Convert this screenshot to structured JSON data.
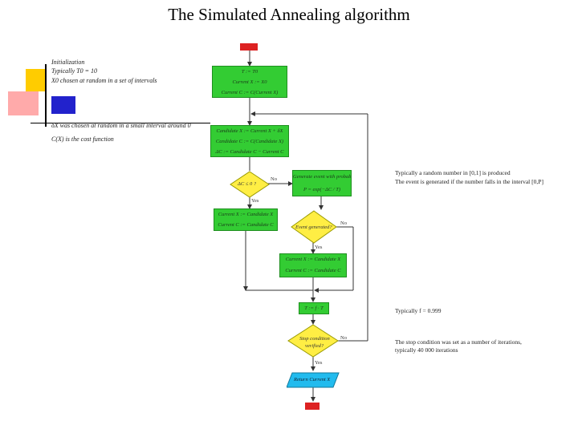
{
  "title": "The Simulated Annealing algorithm",
  "left_notes": {
    "initialization": "Initialization",
    "typically_t0": "Typically  T0 = 10",
    "x0_chosen": "X0 chosen at random in a set of intervals",
    "delta_x": "δX  was chosen at random in a small interval around 0",
    "cost_function": "C(X)  is the cost function"
  },
  "flow": {
    "start_terminal": "",
    "init_box": [
      "T := T0",
      "Current X := X0",
      "Current C := C(Current X)"
    ],
    "candidate_box": [
      "Candidate X := Current X + δX",
      "Candidate C := C(Candidate X)",
      "ΔC := Candidate C − Current C"
    ],
    "decision_delta": "ΔC ≤ 0 ?",
    "event_box": [
      "Generate event with probability",
      "P = exp(−ΔC / T)"
    ],
    "accept_box_1": [
      "Current X := Candidate X",
      "Current C := Candidate C"
    ],
    "decision_event": "Event generated?",
    "accept_box_2": [
      "Current X := Candidate X",
      "Current C := Candidate C"
    ],
    "temp_box": "T := f · T",
    "decision_stop": [
      "Stop condition",
      "verified?"
    ],
    "output_box": "Return Current X",
    "end_terminal": "",
    "labels": {
      "no": "No",
      "yes": "Yes"
    }
  },
  "right_notes": {
    "random_line1": "Typically a random number in [0,1] is produced",
    "random_line2": "The event is generated if the number falls in the interval [0,P]",
    "typically_f": "Typically  f = 0.999",
    "stop_line1": "The stop condition was set as a number of iterations,",
    "stop_line2": "typically 40 000 iterations"
  },
  "colors": {
    "box_green": "#33cc33",
    "terminal_red": "#dd2222",
    "output_cyan": "#22bbee",
    "deco_yellow": "#ffcc00",
    "deco_blue": "#2222cc",
    "deco_pink": "#ffaaaa"
  }
}
